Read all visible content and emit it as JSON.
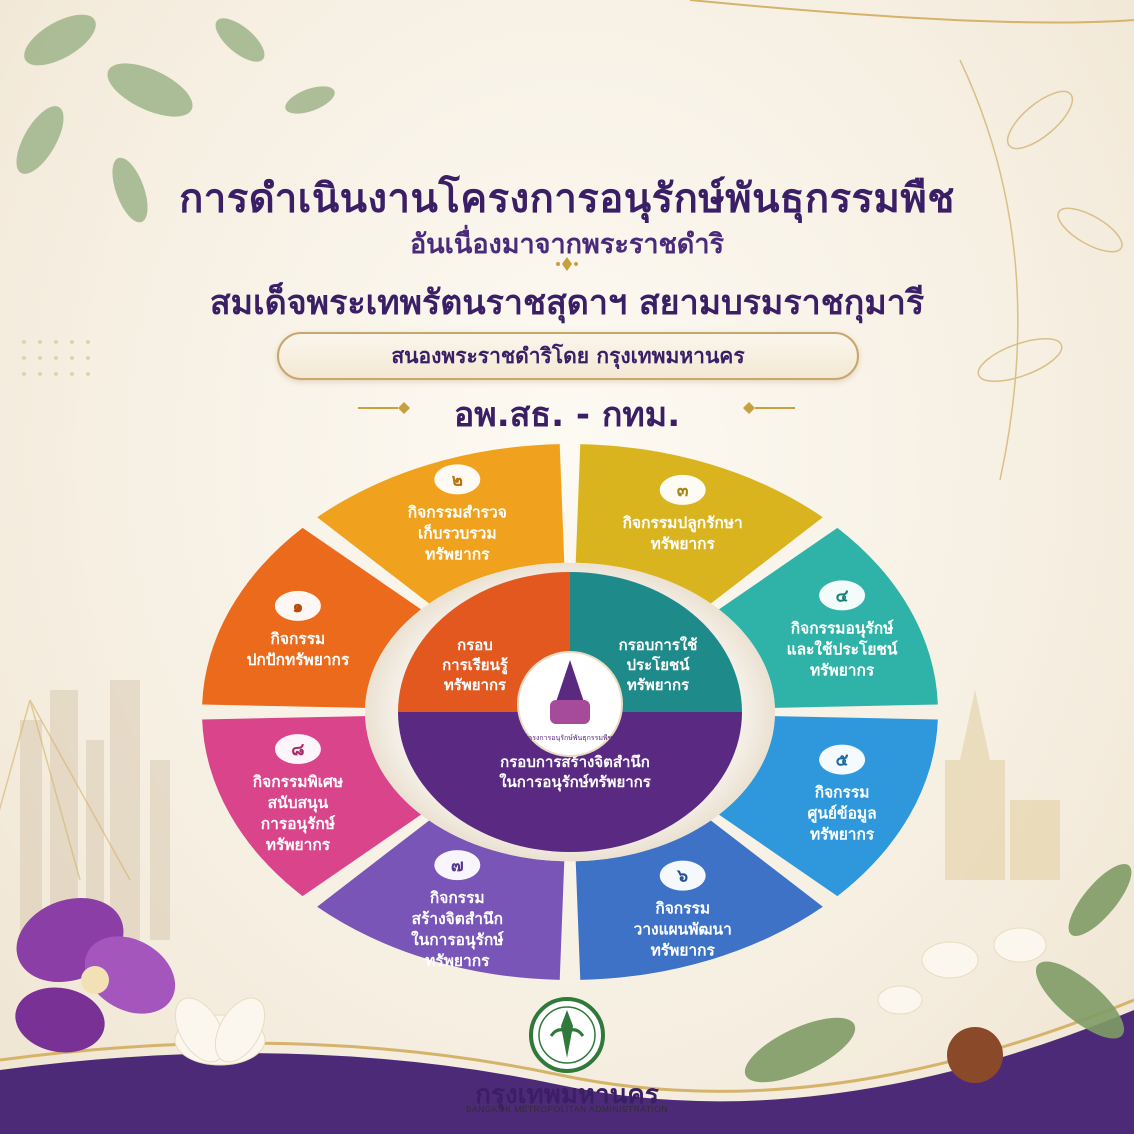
{
  "header": {
    "title_line1": "การดำเนินงานโครงการอนุรักษ์พันธุกรรมพืช",
    "title_line2": "อันเนื่องมาจากพระราชดำริ",
    "title_line3": "สมเด็จพระเทพรัตนราชสุดาฯ สยามบรมราชกุมารี",
    "banner": "สนองพระราชดำริโดย กรุงเทพมหานคร",
    "abbreviation": "อพ.สธ. - กทม."
  },
  "diagram": {
    "center_logo_caption": "โครงการอนุรักษ์พันธุกรรมพืชฯ",
    "core": [
      {
        "id": "core-learning",
        "lines": [
          "กรอบ",
          "การเรียนรู้",
          "ทรัพยากร"
        ],
        "color": "#e2581f"
      },
      {
        "id": "core-utilization",
        "lines": [
          "กรอบการใช้",
          "ประโยชน์",
          "ทรัพยากร"
        ],
        "color": "#1f8a8a"
      },
      {
        "id": "core-awareness",
        "lines": [
          "กรอบการสร้างจิตสำนึก",
          "ในการอนุรักษ์ทรัพยากร"
        ],
        "color": "#5a2a82"
      }
    ],
    "segments": [
      {
        "num": "๓",
        "lines": [
          "กิจกรรมปลูกรักษา",
          "ทรัพยากร"
        ],
        "color": "#d9b41f",
        "numcolor": "#a88410"
      },
      {
        "num": "๔",
        "lines": [
          "กิจกรรมอนุรักษ์",
          "และใช้ประโยชน์",
          "ทรัพยากร"
        ],
        "color": "#2fb3a8",
        "numcolor": "#1b7f77"
      },
      {
        "num": "๕",
        "lines": [
          "กิจกรรม",
          "ศูนย์ข้อมูล",
          "ทรัพยากร"
        ],
        "color": "#2f98dd",
        "numcolor": "#1a6aa3"
      },
      {
        "num": "๖",
        "lines": [
          "กิจกรรม",
          "วางแผนพัฒนา",
          "ทรัพยากร"
        ],
        "color": "#3d72c6",
        "numcolor": "#244f93"
      },
      {
        "num": "๗",
        "lines": [
          "กิจกรรม",
          "สร้างจิตสำนึก",
          "ในการอนุรักษ์",
          "ทรัพยากร"
        ],
        "color": "#7a55b8",
        "numcolor": "#563891"
      },
      {
        "num": "๘",
        "lines": [
          "กิจกรรมพิเศษ",
          "สนับสนุน",
          "การอนุรักษ์",
          "ทรัพยากร"
        ],
        "color": "#d9448a",
        "numcolor": "#a62a66"
      },
      {
        "num": "๑",
        "lines": [
          "กิจกรรม",
          "ปกปักทรัพยากร"
        ],
        "color": "#ec6a1c",
        "numcolor": "#b84b0c"
      },
      {
        "num": "๒",
        "lines": [
          "กิจกรรมสำรวจ",
          "เก็บรวบรวม",
          "ทรัพยากร"
        ],
        "color": "#f0a21e",
        "numcolor": "#b87412"
      }
    ]
  },
  "footer": {
    "org_name": "กรุงเทพมหานคร",
    "org_name_en": "BANGKOK METROPOLITAN ADMINISTRATION"
  }
}
